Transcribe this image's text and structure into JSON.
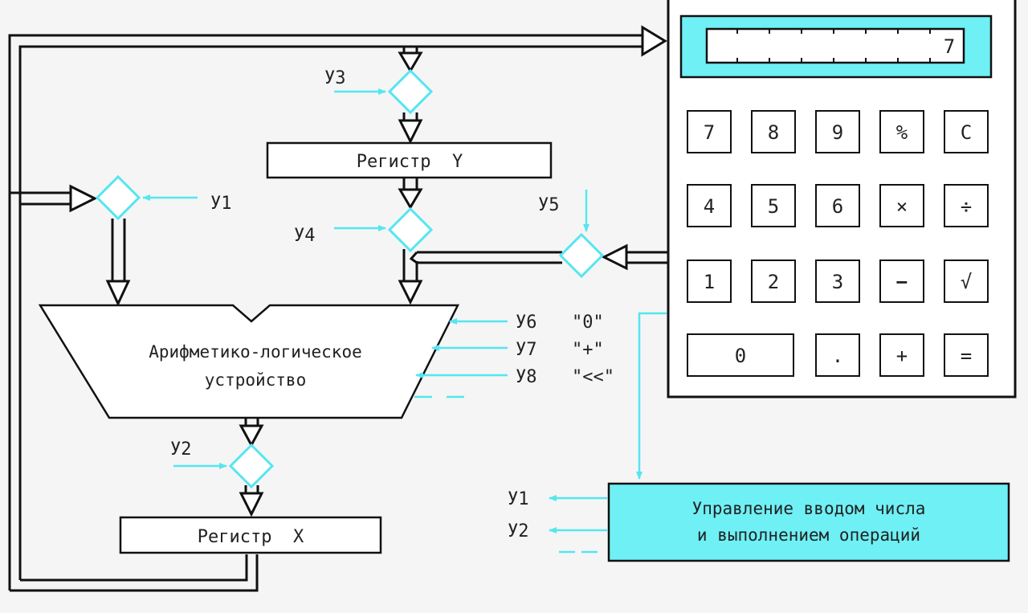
{
  "colors": {
    "background": "#f5f5f5",
    "line": "#111111",
    "signal": "#55e6f0",
    "panel": "#6ff0f5",
    "white": "#ffffff"
  },
  "registers": {
    "y": "Регистр  Y",
    "x": "Регистр  X"
  },
  "alu": {
    "line1": "Арифметико-логическое",
    "line2": "устройство"
  },
  "signals": {
    "u1": "У1",
    "u2": "У2",
    "u3": "У3",
    "u4": "У4",
    "u5": "У5",
    "u6": "У6",
    "u7": "У7",
    "u8": "У8",
    "u6_op": "\"0\"",
    "u7_op": "\"+\"",
    "u8_op": "\"<<\""
  },
  "control": {
    "line1": "Управление вводом числа",
    "line2": "и выполнением операций",
    "out1": "У1",
    "out2": "У2"
  },
  "calculator": {
    "display_value": "7",
    "keys_row1": [
      "7",
      "8",
      "9",
      "%",
      "C"
    ],
    "keys_row2": [
      "4",
      "5",
      "6",
      "×",
      "÷"
    ],
    "keys_row3": [
      "1",
      "2",
      "3",
      "−",
      "√"
    ],
    "keys_row4": [
      "0",
      ".",
      "+",
      "="
    ]
  }
}
